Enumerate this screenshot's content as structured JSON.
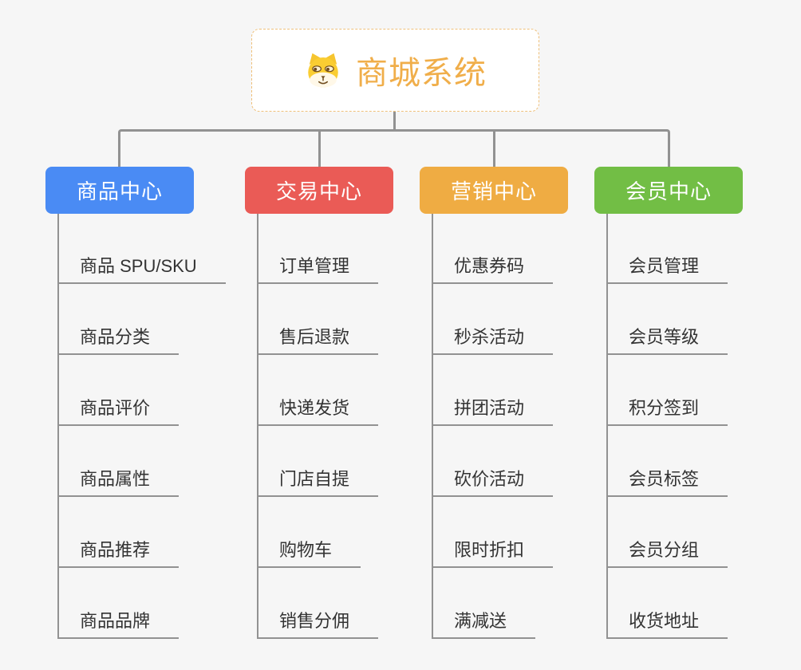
{
  "root": {
    "title": "商城系统",
    "icon": "doge-icon"
  },
  "branches": [
    {
      "label": "商品中心",
      "color": "#4A8BF4",
      "children": [
        "商品 SPU/SKU",
        "商品分类",
        "商品评价",
        "商品属性",
        "商品推荐",
        "商品品牌"
      ]
    },
    {
      "label": "交易中心",
      "color": "#EA5B56",
      "children": [
        "订单管理",
        "售后退款",
        "快递发货",
        "门店自提",
        "购物车",
        "销售分佣"
      ]
    },
    {
      "label": "营销中心",
      "color": "#EFAC43",
      "children": [
        "优惠券码",
        "秒杀活动",
        "拼团活动",
        "砍价活动",
        "限时折扣",
        "满减送"
      ]
    },
    {
      "label": "会员中心",
      "color": "#72BE45",
      "children": [
        "会员管理",
        "会员等级",
        "积分签到",
        "会员标签",
        "会员分组",
        "收货地址"
      ]
    }
  ],
  "colors": {
    "root_accent": "#F0AE4A",
    "root_border": "#EFC07A",
    "connector": "#929292",
    "leaf_text": "#333333",
    "background": "#F6F6F6"
  }
}
